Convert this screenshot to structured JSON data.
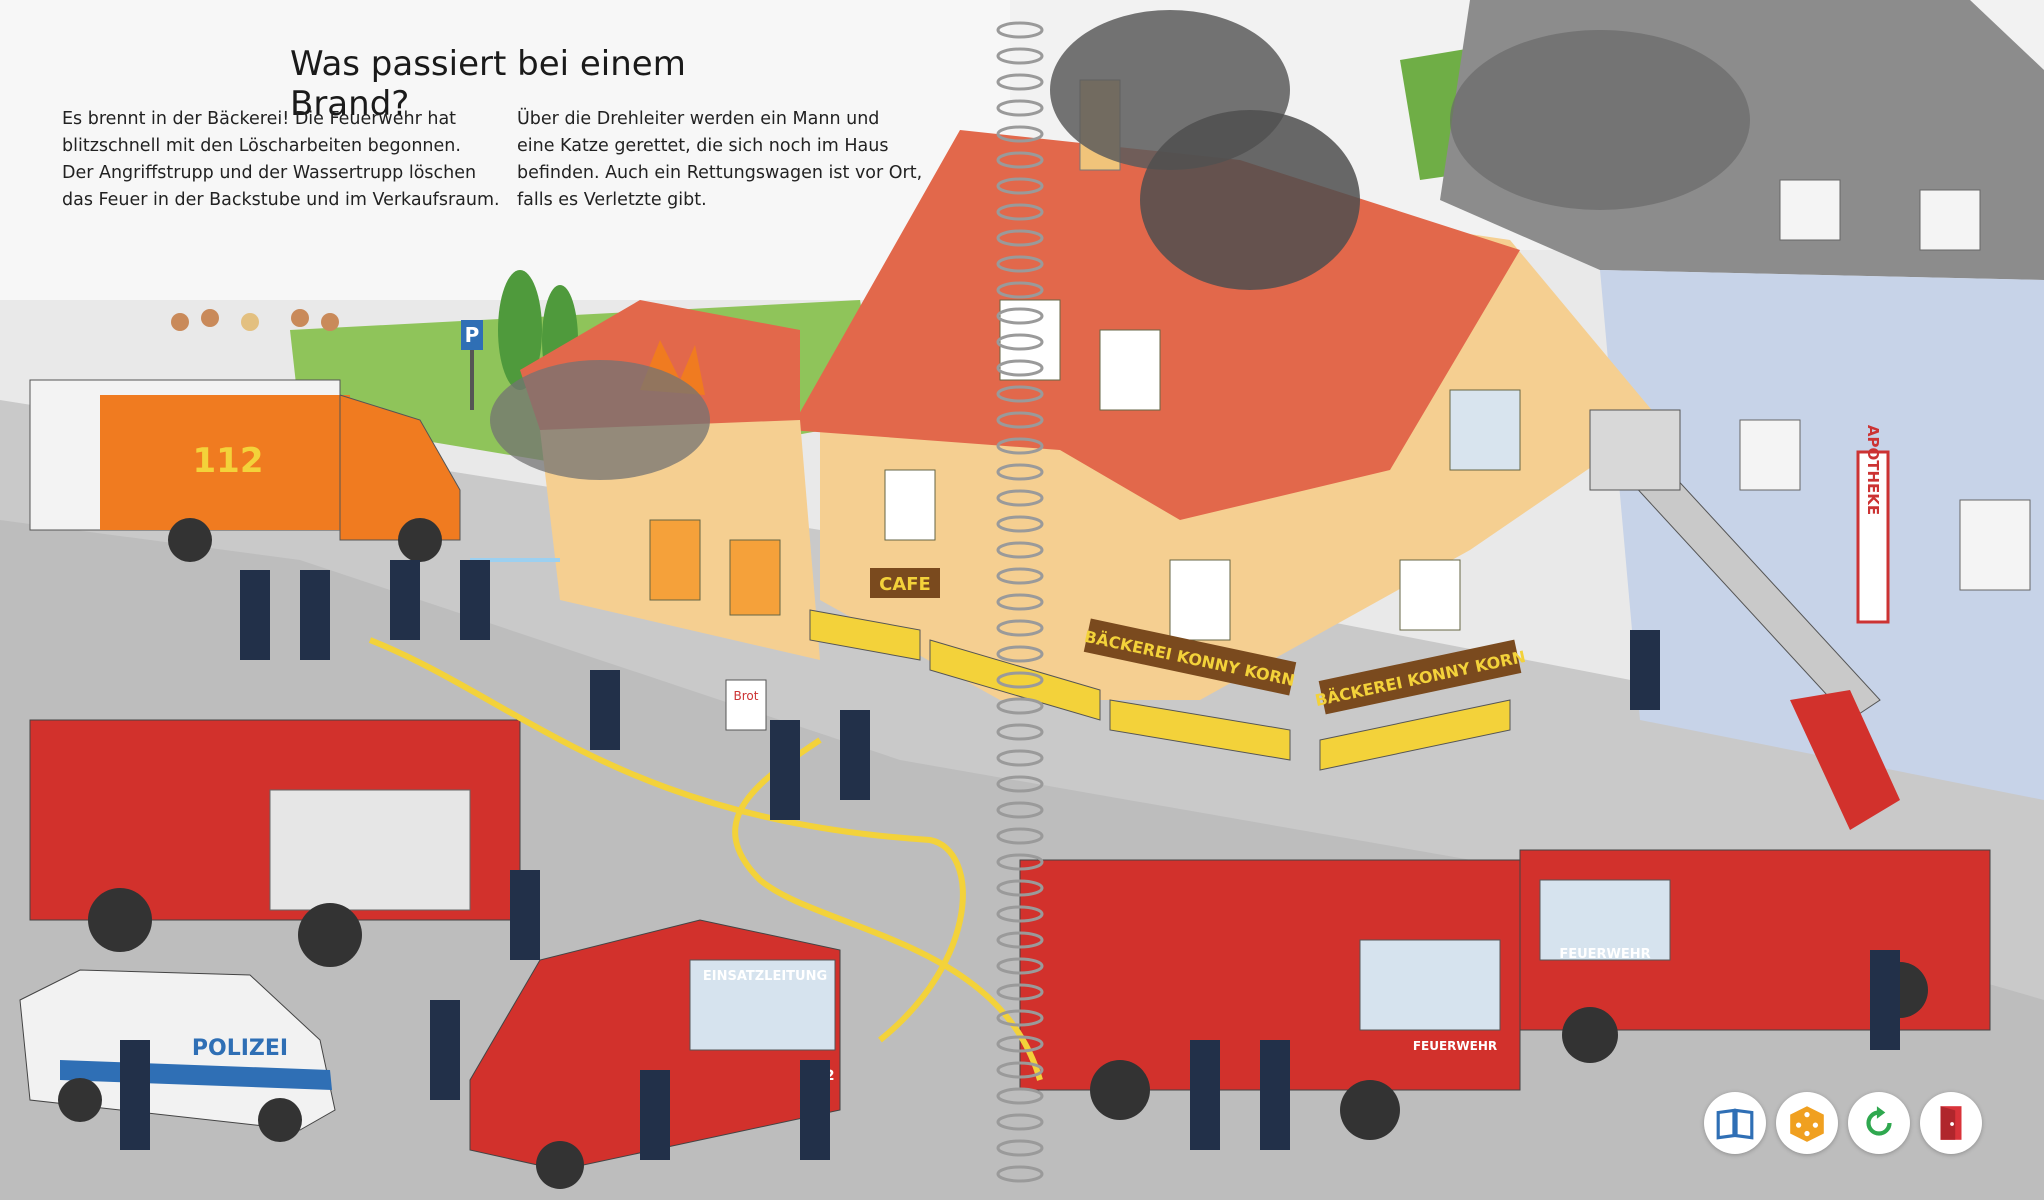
{
  "page": {
    "title": "Was passiert bei einem Brand?",
    "paragraph_left": [
      "Es brennt in der Bäckerei! Die Feuerwehr hat",
      "blitzschnell mit den Löscharbeiten begonnen.",
      "Der Angriffstrupp und der Wassertrupp löschen",
      "das Feuer in der Backstube und im Verkaufsraum."
    ],
    "paragraph_right": [
      "Über die Drehleiter werden ein Mann und",
      "eine Katze gerettet, die sich noch im Haus",
      "befinden. Auch ein Rettungswagen ist vor Ort,",
      "falls es Verletzte gibt."
    ]
  },
  "scene_labels": {
    "ambulance_number": "112",
    "cafe_sign": "CAFE",
    "bakery_sign_1": "BÄCKEREI KONNY KORN",
    "bakery_sign_2": "BÄCKEREI KONNY KORN",
    "parking_sign": "P",
    "pharmacy_sign": "APOTHEKE",
    "sandwich_board": "Brot",
    "police_car": "POLIZEI",
    "command_vehicle": "EINSATZLEITUNG",
    "command_vehicle_number": "112",
    "ladder_truck": "FEUERWEHR",
    "engine_truck": "FEUERWEHR"
  },
  "nav_icons": [
    {
      "name": "book-icon",
      "color": "#2f6fb5"
    },
    {
      "name": "dice-icon",
      "color": "#f0a020"
    },
    {
      "name": "repeat-icon",
      "color": "#2fa84f"
    },
    {
      "name": "exit-door-icon",
      "color": "#d9333a"
    }
  ]
}
